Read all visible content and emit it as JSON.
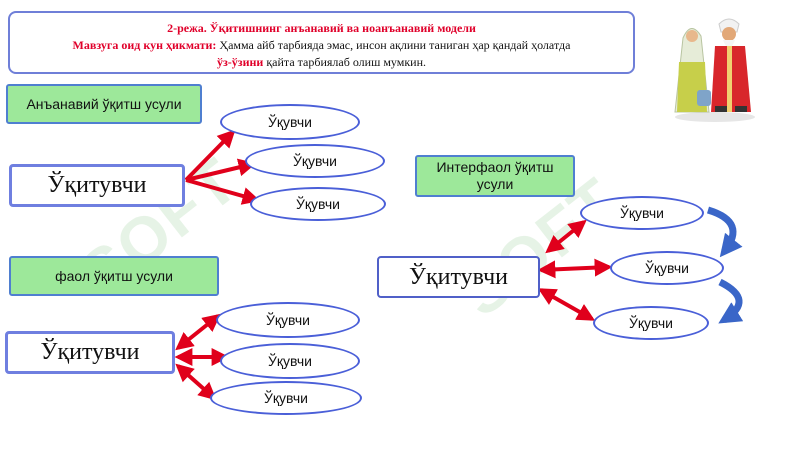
{
  "header": {
    "line1": "2-режа. Ўқитишнинг анъанавий ва  ноанъанавий модели",
    "line2_label": "Мавзуга оид кун ҳикмати:",
    "line2_text": " Ҳамма айб тарбияда эмас, инсон ақлини таниган ҳар қандай ҳолатда",
    "line3_label": "ўз-ўзини",
    "line3_text": " қайта тарбиялаб олиш мумкин."
  },
  "traditional": {
    "label": "Анъанавий ўқитш усули",
    "teacher": "Ўқитувчи",
    "students": [
      "Ўқувчи",
      "Ўқувчи",
      "Ўқувчи"
    ]
  },
  "active": {
    "label": "фаол ўқитш усули",
    "teacher": "Ўқитувчи",
    "students": [
      "Ўқувчи",
      "Ўқувчи",
      "Ўқувчи"
    ]
  },
  "interactive": {
    "label": "Интерфаол  ўқитш усули",
    "teacher": "Ўқитувчи",
    "students": [
      "Ўқувчи",
      "Ўқувчи",
      "Ўқувчи"
    ]
  },
  "watermark": "SOFT",
  "colors": {
    "arrow": "#e0001b",
    "curve_arrow": "#3a66c8",
    "green": "#9de89a",
    "border": "#4f7fd0"
  }
}
